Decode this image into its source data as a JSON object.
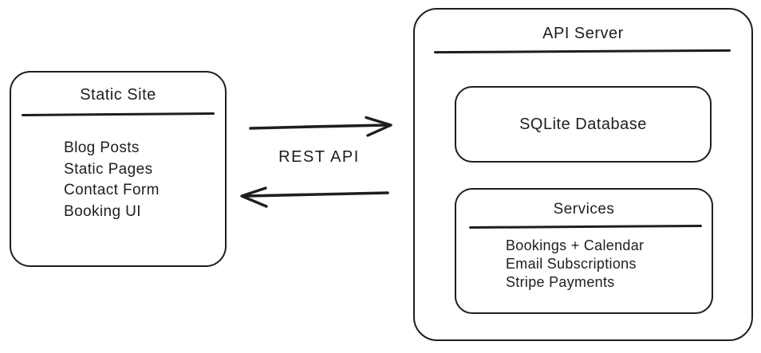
{
  "diagram": {
    "background_color": "#ffffff",
    "stroke_color": "#1e1e1e",
    "static_site": {
      "title": "Static Site",
      "items": [
        "Blog Posts",
        "Static Pages",
        "Contact Form",
        "Booking UI"
      ]
    },
    "api_server": {
      "title": "API Server",
      "sqlite": {
        "title": "SQLite Database"
      },
      "services": {
        "title": "Services",
        "items": [
          "Bookings + Calendar",
          "Email Subscriptions",
          "Stripe Payments"
        ]
      }
    },
    "connection": {
      "label": "REST API",
      "arrow_right": "static-site-to-api-server",
      "arrow_left": "api-server-to-static-site"
    }
  }
}
